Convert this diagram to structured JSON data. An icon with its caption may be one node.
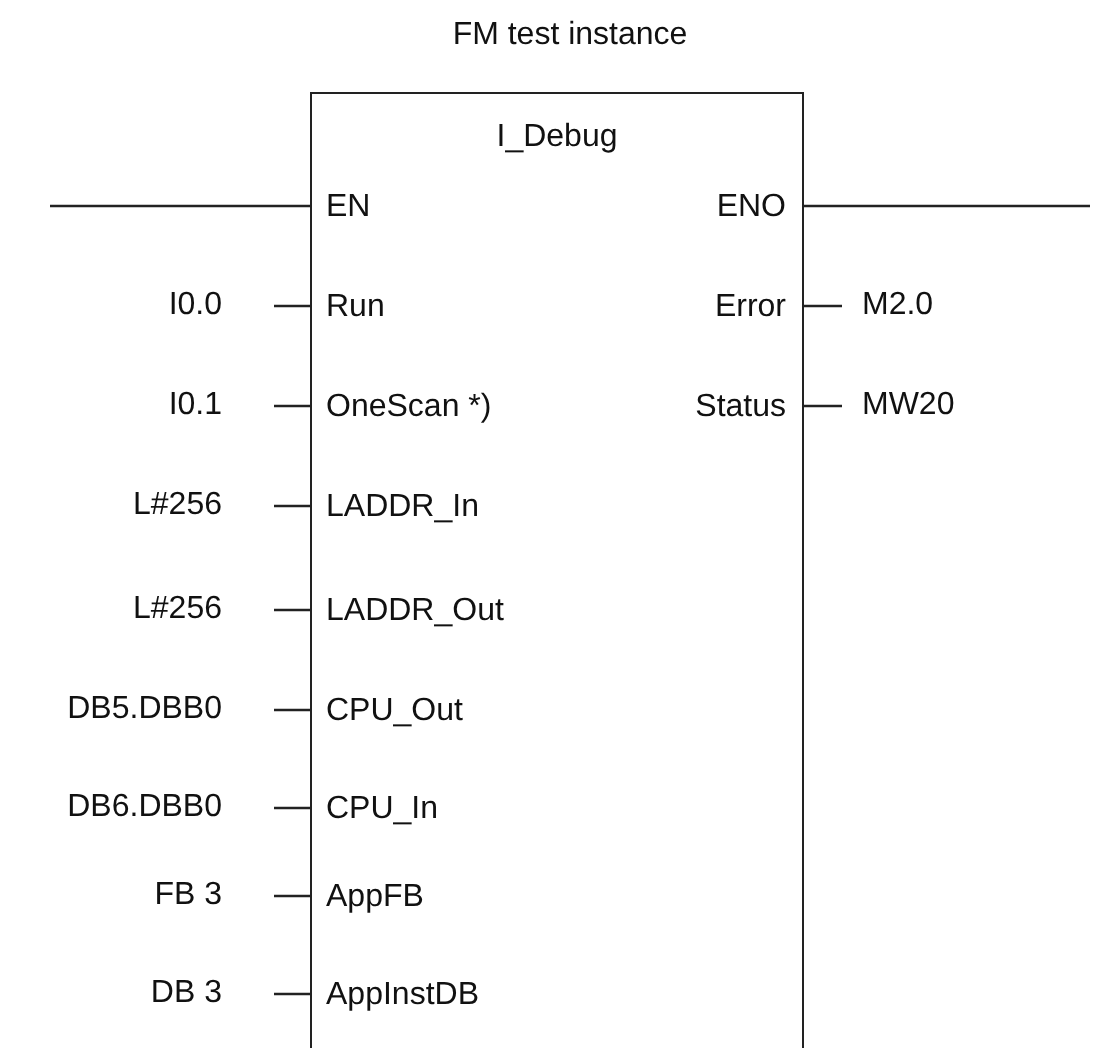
{
  "diagram": {
    "title": "FM test instance",
    "nodes": [
      {
        "text": [
          "I_Debug"
        ]
      },
      {
        "text": [
          "EN"
        ],
        "in": 0
      },
      {
        "text": [
          "ENO"
        ],
        "in": 0
      },
      {
        "text": [
          "I0.0"
        ]
      },
      {
        "text": [
          "Run"
        ],
        "in": 0
      },
      {
        "text": [
          "Error"
        ],
        "in": 0
      },
      {
        "text": [
          "M2.0"
        ]
      },
      {
        "text": [
          "I0.1"
        ]
      },
      {
        "text": [
          "OneScan *)"
        ],
        "in": 0
      },
      {
        "text": [
          "Status"
        ],
        "in": 0
      },
      {
        "text": [
          "MW20"
        ]
      },
      {
        "text": [
          "L#256"
        ]
      },
      {
        "text": [
          "LADDR_In"
        ],
        "in": 0
      },
      {
        "text": [
          "L#256"
        ]
      },
      {
        "text": [
          "LADDR_Out"
        ],
        "in": 0
      },
      {
        "text": [
          "DB5.DBB0"
        ]
      },
      {
        "text": [
          "CPU_Out"
        ],
        "in": 0
      },
      {
        "text": [
          "DB6.DBB0"
        ]
      },
      {
        "text": [
          "CPU_In"
        ],
        "in": 0
      },
      {
        "text": [
          "FB 3"
        ]
      },
      {
        "text": [
          "AppFB"
        ],
        "in": 0
      },
      {
        "text": [
          "DB 3"
        ]
      },
      {
        "text": [
          "AppInstDB"
        ],
        "in": 0
      }
    ],
    "edges": [
      {
        "from": null,
        "to": 1,
        "arrow": "none"
      },
      {
        "from": 2,
        "to": null,
        "arrow": "none"
      },
      {
        "from": 3,
        "to": 4,
        "arrow": "none"
      },
      {
        "from": 5,
        "to": 6,
        "arrow": "none"
      },
      {
        "from": 7,
        "to": 8,
        "arrow": "none"
      },
      {
        "from": 9,
        "to": 10,
        "arrow": "none"
      },
      {
        "from": 11,
        "to": 12,
        "arrow": "none"
      },
      {
        "from": 13,
        "to": 14,
        "arrow": "none"
      },
      {
        "from": 15,
        "to": 16,
        "arrow": "none"
      },
      {
        "from": 17,
        "to": 18,
        "arrow": "none"
      },
      {
        "from": 19,
        "to": 20,
        "arrow": "none"
      },
      {
        "from": 21,
        "to": 22,
        "arrow": "none"
      }
    ]
  }
}
